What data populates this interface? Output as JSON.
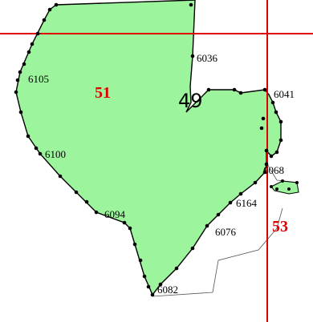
{
  "colors": {
    "parcel_fill": "#9cf59c",
    "boundary": "#000000",
    "grid_line": "#e00000",
    "zone_text": "#e00000",
    "faint_line": "#555555"
  },
  "zones": [
    "51",
    "53"
  ],
  "sheet_number": "49",
  "points": [
    "6036",
    "6041",
    "6105",
    "6100",
    "6068",
    "6164",
    "6094",
    "6076",
    "6082"
  ]
}
